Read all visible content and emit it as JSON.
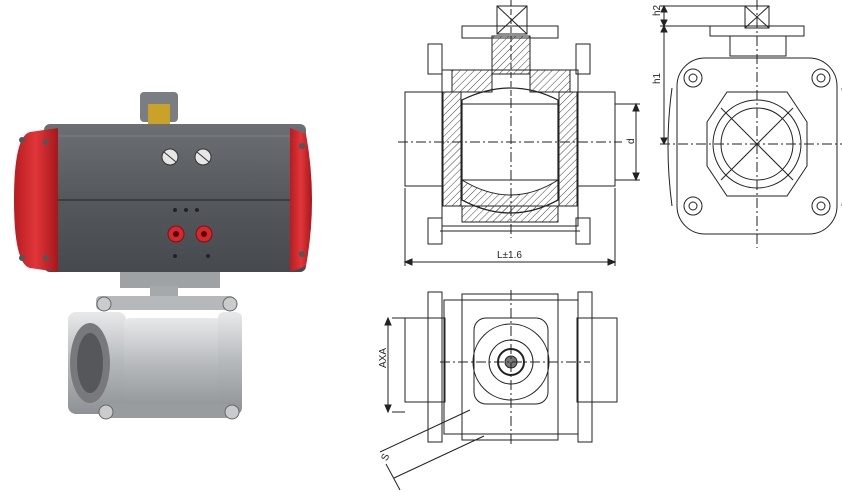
{
  "colors": {
    "actuator_body": "#5d6165",
    "actuator_cap": "#d8262b",
    "steel": "#c9cbcd",
    "line": "#222222",
    "hatch": "#555555"
  },
  "labels": {
    "length": "L±1.6",
    "diameter": "d",
    "height_top": "h2",
    "height_body": "h1",
    "square": "AXA",
    "stem_flat": "S"
  }
}
